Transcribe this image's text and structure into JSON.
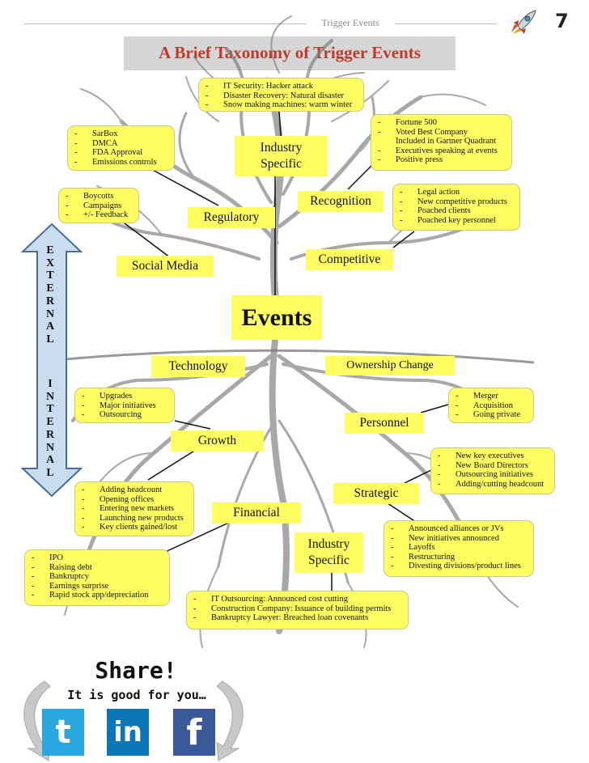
{
  "header": {
    "running_title": "Trigger Events",
    "page_number": "7",
    "rocket_icon": "rocket-icon"
  },
  "title": "A Brief Taxonomy of Trigger Events",
  "center": "Events",
  "side_label_external": [
    "E",
    "X",
    "T",
    "E",
    "R",
    "N",
    "A",
    "L"
  ],
  "side_label_internal": [
    "I",
    "N",
    "T",
    "E",
    "R",
    "N",
    "A",
    "L"
  ],
  "labels": {
    "industry_specific_top": [
      "Industry",
      "Specific"
    ],
    "recognition": "Recognition",
    "regulatory": "Regulatory",
    "competitive": "Competitive",
    "social_media": "Social Media",
    "technology": "Technology",
    "ownership_change": "Ownership Change",
    "personnel": "Personnel",
    "growth": "Growth",
    "strategic": "Strategic",
    "financial": "Financial",
    "industry_specific_bottom": [
      "Industry",
      "Specific"
    ]
  },
  "lists": {
    "industry_top": [
      "IT Security: Hacker attack",
      "Disaster Recovery: Natural disaster",
      "Snow making machines: warm winter"
    ],
    "regulatory": [
      "SarBox",
      "DMCA",
      "FDA Approval",
      "Emissions controls"
    ],
    "recognition": {
      "items": [
        {
          "dash": "-",
          "text": "Fortune 500"
        },
        {
          "dash": "-",
          "text": "Voted Best Company"
        },
        {
          "dash": "",
          "text": "Included in Gartner Quadrant"
        },
        {
          "dash": "-",
          "text": "Executives speaking at events"
        },
        {
          "dash": "-",
          "text": "Positive press"
        }
      ]
    },
    "social_media": [
      "Boycotts",
      "Campaigns",
      "+/- Feedback"
    ],
    "competitive": [
      "Legal action",
      "New competitive products",
      "Poached clients",
      "Poached key personnel"
    ],
    "technology": [
      "Upgrades",
      "Major initiatives",
      "Outsourcing"
    ],
    "ownership": [
      "Merger",
      "Acquisition",
      "Going private"
    ],
    "personnel": [
      "New key executives",
      "New Board Directors",
      "Outsourcing initiatives",
      "Adding/cutting headcount"
    ],
    "growth": [
      "Adding headcount",
      "Opening offices",
      "Entering new markets",
      "Launching new products",
      "Key clients gained/lost"
    ],
    "strategic": [
      "Announced alliances or JVs",
      "New initiatives announced",
      "Layoffs",
      "Restructuring",
      "Divesting divisions/product lines"
    ],
    "financial": [
      "IPO",
      "Raising debt",
      "Bankruptcy",
      "Earnings surprise",
      "Rapid stock app/depreciation"
    ],
    "industry_bottom": [
      "IT Outsourcing: Announced cost cutting",
      "Construction Company: Issuance of building permits",
      "Bankruptcy Lawyer: Breached loan covenants"
    ]
  },
  "share": {
    "heading": "Share!",
    "tagline": "It is good for you…",
    "icons": [
      {
        "name": "twitter-icon",
        "glyph": "t",
        "color": "#29a8e0"
      },
      {
        "name": "linkedin-icon",
        "glyph": "in",
        "color": "#0d77b5"
      },
      {
        "name": "facebook-icon",
        "glyph": "f",
        "color": "#3b5998"
      }
    ]
  },
  "colors": {
    "box": "#fefe62",
    "title": "#c0392b",
    "arrow": "#c9ddef"
  }
}
